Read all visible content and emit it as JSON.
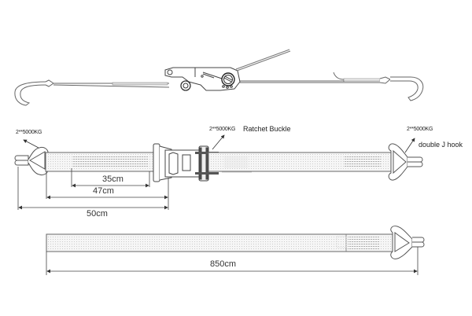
{
  "diagram": {
    "title": "Ratchet tie-down strap with double J hooks",
    "labels": {
      "left_hook_rating": "2**5000KG",
      "buckle_rating": "2**5000KG",
      "buckle_name": "Ratchet  Buckle",
      "right_hook_rating": "2**5000KG",
      "right_hook_name": "double J hook"
    },
    "dimensions": {
      "d35": "35cm",
      "d47": "47cm",
      "d50": "50cm",
      "d850": "850cm"
    },
    "views": [
      {
        "name": "side-view",
        "description": "Side profile of ratchet assembly with J hooks on both ends"
      },
      {
        "name": "top-view-fixed-end",
        "description": "Fixed end with ratchet buckle and double J hook"
      },
      {
        "name": "top-view-long-strap",
        "description": "Long strap with double J hook"
      }
    ],
    "colors": {
      "line": "#555555",
      "webbing_fill": "#f6f6f6",
      "stitch": "#b0b0b0"
    }
  }
}
